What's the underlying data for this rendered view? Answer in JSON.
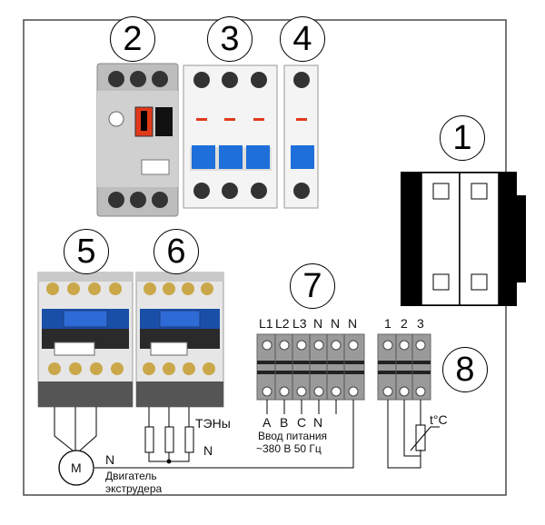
{
  "callouts": [
    "1",
    "2",
    "3",
    "4",
    "5",
    "6",
    "7",
    "8"
  ],
  "terminal_block_7": {
    "top_labels": [
      "L1",
      "L2",
      "L3",
      "N",
      "N",
      "N"
    ],
    "bottom_labels": [
      "A",
      "B",
      "C",
      "N"
    ],
    "caption_line1": "Ввод питания",
    "caption_line2": "~380 В 50 Гц"
  },
  "terminal_block_8": {
    "top_labels": [
      "1",
      "2",
      "3"
    ],
    "sensor_label": "t°C"
  },
  "heaters_label": "ТЭНы",
  "heaters_neutral": "N",
  "motor": {
    "symbol": "M",
    "neutral": "N",
    "caption_line1": "Двигатель",
    "caption_line2": "экструдера"
  },
  "colors": {
    "enclosure": "#555555",
    "device_body": "#f2f2f2",
    "breaker_grey": "#b8b8b8",
    "blue_lever": "#1e6fd9",
    "red_mark": "#e03a1a",
    "contactor_blue": "#1a4fa8",
    "terminal_grey": "#8a8a8a"
  }
}
